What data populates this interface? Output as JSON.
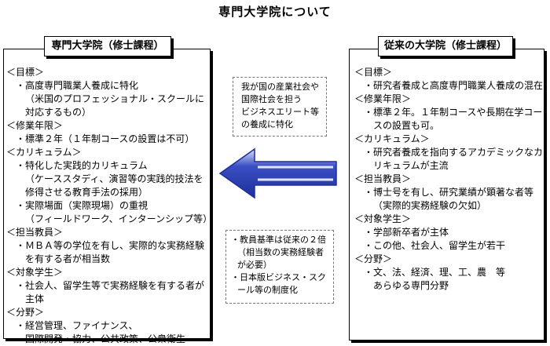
{
  "title": "専門大学院について",
  "left": {
    "header": "専門大学院（修士課程）",
    "lines": [
      {
        "type": "head",
        "text": "＜目標＞"
      },
      {
        "type": "item",
        "text": "・高度専門職業人養成に特化"
      },
      {
        "type": "sub",
        "text": "（米国のプロフェッショナル・スクールに"
      },
      {
        "type": "sub",
        "text": "対応するもの）"
      },
      {
        "type": "head",
        "text": "＜修業年限＞"
      },
      {
        "type": "item",
        "text": "・標準２年（１年制コースの設置は不可）"
      },
      {
        "type": "head",
        "text": "＜カリキュラム＞"
      },
      {
        "type": "item",
        "text": "・特化した実践的カリキュラム"
      },
      {
        "type": "sub",
        "text": "（ケーススタディ、演習等の実践的技法を"
      },
      {
        "type": "sub",
        "text": "修得させる教育手法の採用）"
      },
      {
        "type": "item",
        "text": "・実際場面（実際現場）の重視"
      },
      {
        "type": "sub",
        "text": "（フィールドワーク、インターンシップ等）"
      },
      {
        "type": "head",
        "text": "＜担当教員＞"
      },
      {
        "type": "item",
        "text": "・ＭＢＡ等の学位を有し、実際的な実務経験"
      },
      {
        "type": "sub",
        "text": "を有する者が相当数"
      },
      {
        "type": "head",
        "text": "＜対象学生＞"
      },
      {
        "type": "item",
        "text": "・社会人、留学生等で実務経験を有する者が"
      },
      {
        "type": "sub",
        "text": "主体"
      },
      {
        "type": "head",
        "text": "＜分野＞"
      },
      {
        "type": "item",
        "text": "・経営管理、ファイナンス、"
      },
      {
        "type": "sub",
        "text": "国際開発・協力、公共政策、公衆衛生"
      }
    ]
  },
  "right": {
    "header": "従来の大学院（修士課程）",
    "lines": [
      {
        "type": "head",
        "text": "＜目標＞"
      },
      {
        "type": "item",
        "text": "・研究者養成と高度専門職業人養成の混在"
      },
      {
        "type": "head",
        "text": "＜修業年限＞"
      },
      {
        "type": "item",
        "text": "・標準２年。１年制コースや長期在学コー"
      },
      {
        "type": "sub",
        "text": "スの設置も可。"
      },
      {
        "type": "head",
        "text": "＜カリキュラム＞"
      },
      {
        "type": "item",
        "text": "・研究者養成を指向するアカデミックなカ"
      },
      {
        "type": "sub",
        "text": "リキュラムが主流"
      },
      {
        "type": "head",
        "text": "＜担当教員＞"
      },
      {
        "type": "item",
        "text": "・博士号を有し、研究業績が顕著な者等"
      },
      {
        "type": "sub",
        "text": "（実際的実務経験の欠如）"
      },
      {
        "type": "head",
        "text": "＜対象学生＞"
      },
      {
        "type": "item",
        "text": "・学部新卒者が主体"
      },
      {
        "type": "item",
        "text": "・この他、社会人、留学生が若干"
      },
      {
        "type": "head",
        "text": "＜分野＞"
      },
      {
        "type": "item",
        "text": "・文、法、経済、理、工、農　等"
      },
      {
        "type": "sub",
        "text": "あらゆる専門分野"
      }
    ]
  },
  "middle_top": {
    "lines": [
      "我が国の産業社会や",
      "国際社会を担う",
      "ビジネスエリート等",
      "の養成に特化"
    ]
  },
  "middle_bottom": {
    "lines": [
      "・教員基準は従来の２倍",
      "（相当数の実務経験者",
      "が必要）",
      "・日本版ビジネス・スク",
      "ール等の制度化"
    ]
  },
  "colors": {
    "arrow_fill": "#3a4fc4",
    "arrow_edge": "#1f2f99",
    "arrow_highlight": "#dfe5fb"
  },
  "icons": {
    "arrow": "left-arrow-icon"
  }
}
